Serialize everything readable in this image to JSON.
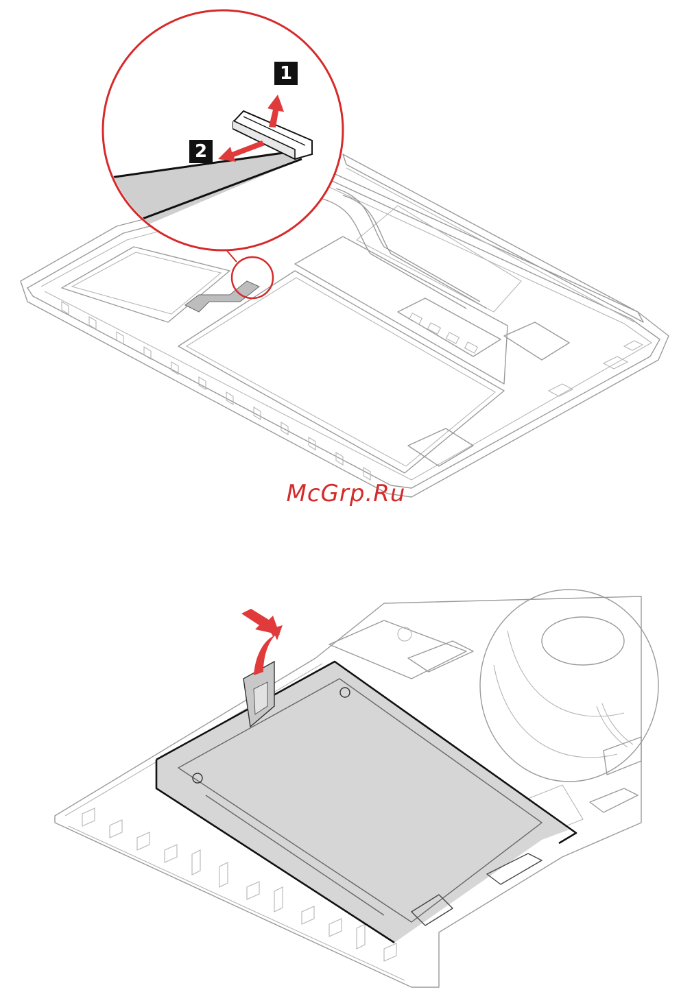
{
  "figure1": {
    "step_labels": [
      "1",
      "2"
    ]
  },
  "watermark": {
    "text": "McGrp.Ru",
    "color": "#d62a2a"
  },
  "colors": {
    "arrow": "#e03a3a",
    "callout_circle": "#d62a2a",
    "line_art": "#9a9a9a",
    "drive_fill": "#d6d6d6"
  }
}
